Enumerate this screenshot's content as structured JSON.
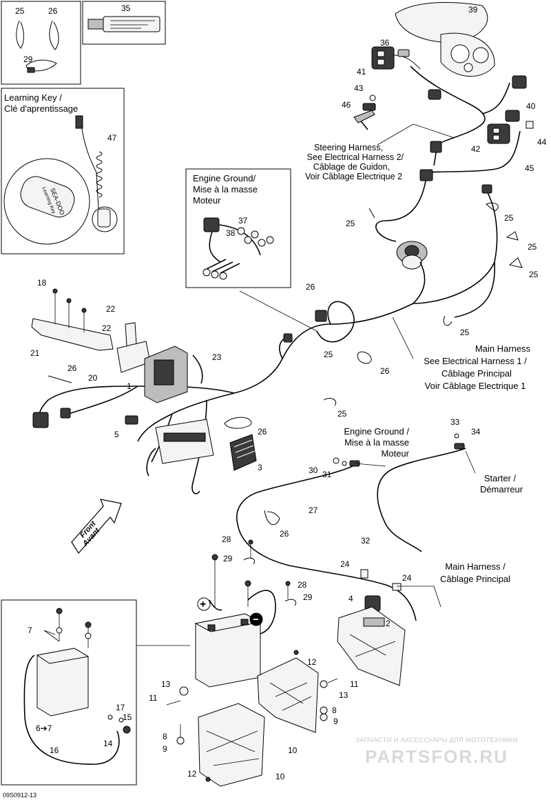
{
  "diagram": {
    "figure_code": "09S0912-13",
    "callouts": {
      "learning_key_en": "Learning Key /",
      "learning_key_fr": "Clé d'aprentissage",
      "key_text_brand": "SEA-DOO",
      "key_text_label": "Learning Key",
      "engine_ground_top_1": "Engine Ground/",
      "engine_ground_top_2": "Mise à la masse",
      "engine_ground_top_3": "Moteur",
      "steering_1": "Steering Harness,",
      "steering_2": "See Electrical Harness 2/",
      "steering_3": "Câblage de Guidon,",
      "steering_4": "Voir Câblage Electrique 2",
      "main_harness_1": "Main Harness",
      "main_harness_2": "See Electrical Harness 1 /",
      "main_harness_3": "Câblage Principal",
      "main_harness_4": "Voir Câblage Electrique 1",
      "engine_ground_mid_1": "Engine Ground /",
      "engine_ground_mid_2": "Mise à la masse",
      "engine_ground_mid_3": "Moteur",
      "starter_1": "Starter /",
      "starter_2": "Démarreur",
      "front_1": "Front",
      "front_2": "Avant",
      "main_harness_low_1": "Main Harness /",
      "main_harness_low_2": "Câblage Principal",
      "batt_plus": "+",
      "batt_minus": "−"
    },
    "part_labels": [
      "25",
      "26",
      "29",
      "35",
      "39",
      "36",
      "41",
      "43",
      "46",
      "40",
      "42",
      "44",
      "45",
      "47",
      "37",
      "38",
      "25",
      "25",
      "25",
      "25",
      "18",
      "22",
      "22",
      "21",
      "26",
      "20",
      "23",
      "1",
      "26",
      "25",
      "25",
      "5",
      "26",
      "3",
      "25",
      "26",
      "33",
      "34",
      "30",
      "31",
      "27",
      "26",
      "32",
      "28",
      "29",
      "24",
      "24",
      "4",
      "28",
      "29",
      "2",
      "7",
      "12",
      "13",
      "11",
      "11",
      "13",
      "8",
      "9",
      "17",
      "15",
      "14",
      "6➔7",
      "16",
      "8",
      "9",
      "10",
      "12",
      "10"
    ]
  },
  "watermark": {
    "tagline": "ЗАПЧАСТИ И АКСЕССУАРЫ ДЛЯ МОТОТЕХНИКИ",
    "brand": "PARTSFOR.RU"
  }
}
